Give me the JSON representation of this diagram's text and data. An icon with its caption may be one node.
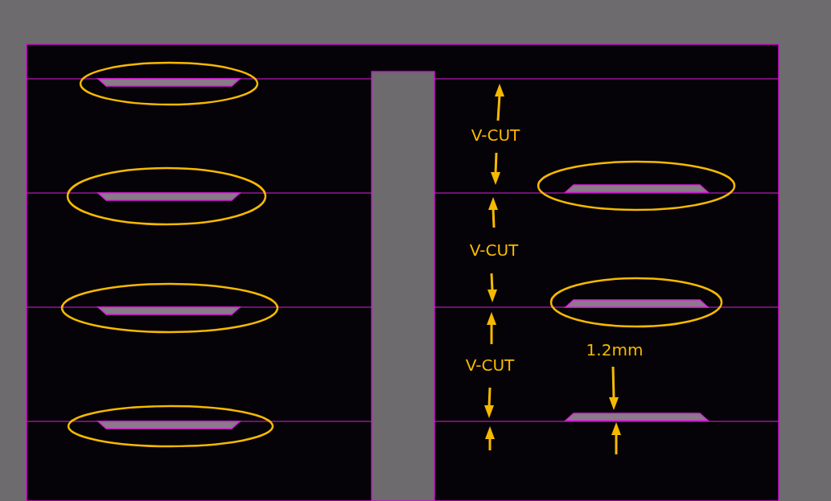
{
  "diagram": {
    "labels": [
      "V-CUT",
      "V-CUT",
      "V-CUT",
      "1.2mm"
    ]
  }
}
